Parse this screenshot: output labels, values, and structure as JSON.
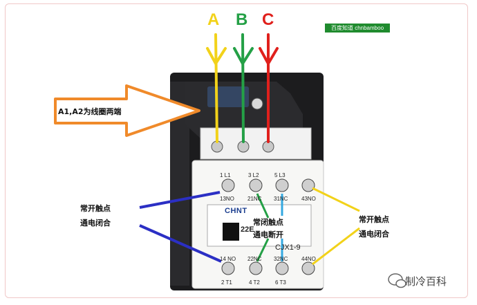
{
  "phases": [
    {
      "label": "A",
      "color": "#f2d21a"
    },
    {
      "label": "B",
      "color": "#24a046"
    },
    {
      "label": "C",
      "color": "#e0201c"
    }
  ],
  "watermark": "百度知道 chnbamboo",
  "coil_label": "A1,A2为线圈两端",
  "left_note": {
    "line1": "常开触点",
    "line2": "通电闭合"
  },
  "right_note": {
    "line1": "常开触点",
    "line2": "通电闭合"
  },
  "center_note": {
    "line1": "常闭触点",
    "line2": "通电断开"
  },
  "brand": "CHNT",
  "model_a": "22E",
  "model_b": "CJX1-9",
  "terminals_top": [
    "1 L1",
    "3 L2",
    "5 L3",
    ""
  ],
  "terminals_top_sub": [
    "13NO",
    "21NC",
    "31NC",
    "43NO"
  ],
  "terminals_bottom_sub": [
    "14 NO",
    "22NC",
    "32NC",
    "44NO"
  ],
  "terminals_bottom": [
    "2 T1",
    "4 T2",
    "6 T3"
  ],
  "footer": "制冷百科",
  "colors": {
    "orange": "#f08a2a",
    "blue": "#2b2fc4",
    "yellow": "#f2d21a",
    "green": "#24a046",
    "red": "#e0201c"
  }
}
